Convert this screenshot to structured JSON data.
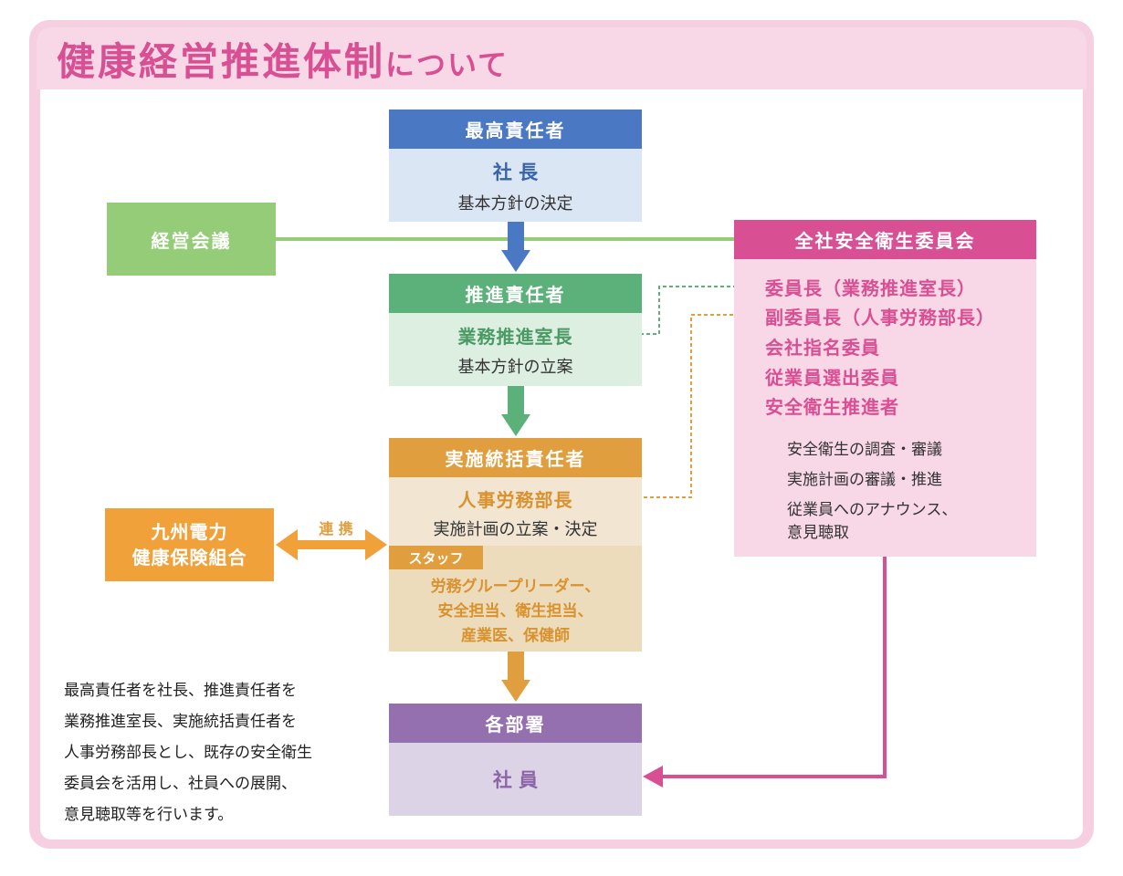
{
  "title": {
    "main": "健康経営推進体制",
    "suffix": "について"
  },
  "top": {
    "header": "最高責任者",
    "name": "社 長",
    "desc": "基本方針の決定"
  },
  "meeting": {
    "label": "経営会議"
  },
  "promotion": {
    "header": "推進責任者",
    "name": "業務推進室長",
    "desc": "基本方針の立案"
  },
  "execution": {
    "header": "実施統括責任者",
    "name": "人事労務部長",
    "desc": "実施計画の立案・決定",
    "staff_tag": "スタッフ",
    "staff_lines": [
      "労務グループリーダー、",
      "安全担当、衛生担当、",
      "産業医、保健師"
    ]
  },
  "union": {
    "line1": "九州電力",
    "line2": "健康保険組合",
    "link_label": "連 携"
  },
  "department": {
    "header": "各部署",
    "body": "社 員"
  },
  "committee": {
    "header": "全社安全衛生委員会",
    "members": [
      "委員長（業務推進室長）",
      "副委員長（人事労務部長）",
      "会社指名委員",
      "従業員選出委員",
      "安全衛生推進者"
    ],
    "duties": [
      "安全衛生の調査・審議",
      "実施計画の審議・推進",
      "従業員へのアナウンス、",
      "意見聴取"
    ]
  },
  "note_lines": [
    "最高責任者を社長、推進責任者を",
    "業務推進室長、実施統括責任者を",
    "人事労務部長とし、既存の安全衛生",
    "委員会を活用し、社員への展開、",
    "意見聴取等を行います。"
  ],
  "colors": {
    "blue": "#4a78c2",
    "blue_light": "#dbe6f4",
    "green": "#5cb07a",
    "green_light": "#dcefe1",
    "meeting_green": "#94cc78",
    "orange": "#e19e3e",
    "orange_light": "#f2e6d3",
    "orange_staff": "#ecdcbc",
    "union_orange": "#f0a13a",
    "purple": "#9470ae",
    "purple_light": "#ddd3e6",
    "pink": "#d94f93",
    "pink_light": "#f8d7e6"
  }
}
